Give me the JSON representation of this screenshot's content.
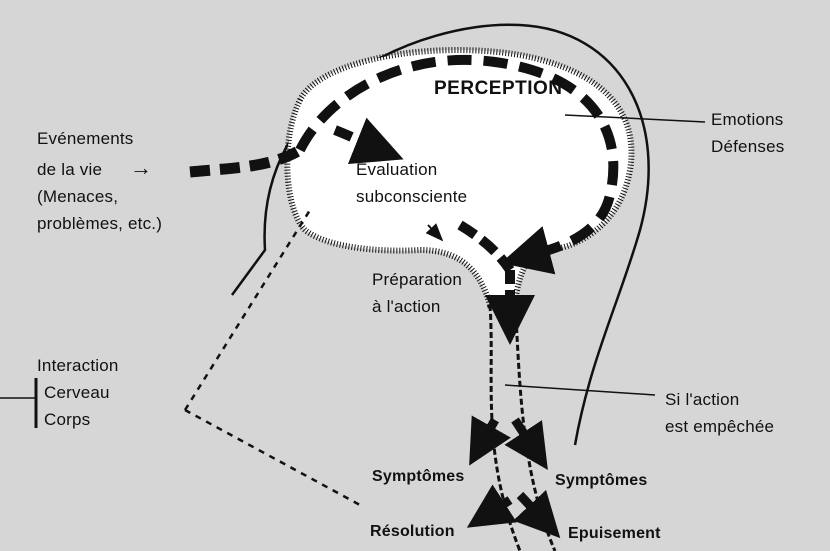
{
  "labels": {
    "perception": "PERCEPTION",
    "emotions": "Emotions",
    "defenses": "Défenses",
    "events_line1": "Evénements",
    "events_line2": "de la vie",
    "events_arrow": "→",
    "events_line3": "(Menaces,",
    "events_line4": "problèmes, etc.)",
    "evaluation_line1": "Evaluation",
    "evaluation_line2": "subconsciente",
    "preparation_line1": "Préparation",
    "preparation_line2": "à l'action",
    "interaction_title": "Interaction",
    "interaction_brain": "Cerveau",
    "interaction_body": "Corps",
    "blocked_line1": "Si l'action",
    "blocked_line2": "est empêchée",
    "symptoms_left": "Symptômes",
    "symptoms_right": "Symptômes",
    "resolution": "Résolution",
    "exhaustion": "Epuisement"
  },
  "colors": {
    "background": "#d6d6d6",
    "ink": "#111111",
    "brain_fill": "#ffffff"
  }
}
